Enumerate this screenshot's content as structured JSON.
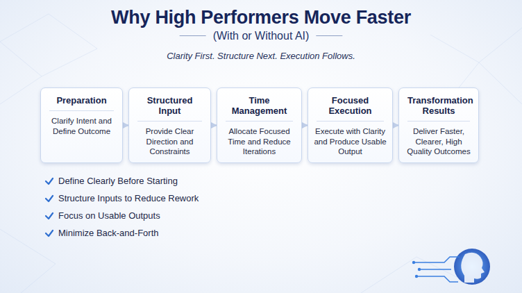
{
  "diagram": {
    "title": "Why High Performers Move Faster",
    "nodes": [
      {
        "text": [
          "Preparation",
          "Clarify Intent and Define Outcome"
        ]
      },
      {
        "text": [
          "Structured Input",
          "Provide Clear Direction and Constraints"
        ]
      },
      {
        "text": [
          "Time Management",
          "Allocate Focused Time and Reduce Iterations"
        ]
      },
      {
        "text": [
          "Focused Execution",
          "Execute with Clarity and Produce Usable Output"
        ]
      },
      {
        "text": [
          "Transformation Results",
          "Deliver Faster, Clearer, High Quality Outcomes"
        ]
      }
    ],
    "edges": [
      {
        "from": 0,
        "to": 1,
        "arrow": "to"
      },
      {
        "from": 1,
        "to": 2,
        "arrow": "to"
      },
      {
        "from": 2,
        "to": 3,
        "arrow": "to"
      },
      {
        "from": 3,
        "to": 4,
        "arrow": "to"
      }
    ],
    "labels": [
      "(With or Without AI)",
      "Clarity First. Structure Next. Execution Follows.",
      "Define Clearly Before Starting",
      "Structure Inputs to Reduce Rework",
      "Focus on Usable Outputs",
      "Minimize Back-and-Forth"
    ]
  }
}
